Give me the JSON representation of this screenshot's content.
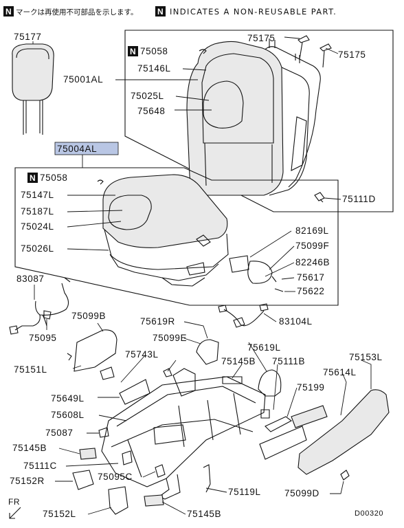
{
  "header": {
    "badge": "N",
    "note_jp": "マークは再使用不可部品を示します。",
    "note_en": "INDICATES A NON-REUSABLE PART."
  },
  "highlight_color": "#b9c6e4",
  "parts": [
    {
      "id": "p75177",
      "label": "75177"
    },
    {
      "id": "p75001AL",
      "label": "75001AL"
    },
    {
      "id": "p75058a",
      "label": "75058",
      "non_reusable": true
    },
    {
      "id": "p75146L",
      "label": "75146L"
    },
    {
      "id": "p75025L",
      "label": "75025L"
    },
    {
      "id": "p75648",
      "label": "75648"
    },
    {
      "id": "p75175a",
      "label": "75175"
    },
    {
      "id": "p75175b",
      "label": "75175"
    },
    {
      "id": "p75004AL",
      "label": "75004AL",
      "highlighted": true
    },
    {
      "id": "p75058b",
      "label": "75058",
      "non_reusable": true
    },
    {
      "id": "p75147L",
      "label": "75147L"
    },
    {
      "id": "p75187L",
      "label": "75187L"
    },
    {
      "id": "p75024L",
      "label": "75024L"
    },
    {
      "id": "p75026L",
      "label": "75026L"
    },
    {
      "id": "p75111D",
      "label": "75111D"
    },
    {
      "id": "p82169L",
      "label": "82169L"
    },
    {
      "id": "p75099F",
      "label": "75099F"
    },
    {
      "id": "p82246B",
      "label": "82246B"
    },
    {
      "id": "p75617",
      "label": "75617"
    },
    {
      "id": "p75622",
      "label": "75622"
    },
    {
      "id": "p83104L",
      "label": "83104L"
    },
    {
      "id": "p83087",
      "label": "83087"
    },
    {
      "id": "p75095",
      "label": "75095"
    },
    {
      "id": "p75099B",
      "label": "75099B"
    },
    {
      "id": "p75619R",
      "label": "75619R"
    },
    {
      "id": "p75099E",
      "label": "75099E"
    },
    {
      "id": "p75619L",
      "label": "75619L"
    },
    {
      "id": "p75743L",
      "label": "75743L"
    },
    {
      "id": "p75145Ba",
      "label": "75145B"
    },
    {
      "id": "p75111B",
      "label": "75111B"
    },
    {
      "id": "p75153L",
      "label": "75153L"
    },
    {
      "id": "p75151L",
      "label": "75151L"
    },
    {
      "id": "p75614L",
      "label": "75614L"
    },
    {
      "id": "p75649L",
      "label": "75649L"
    },
    {
      "id": "p75199",
      "label": "75199"
    },
    {
      "id": "p75608L",
      "label": "75608L"
    },
    {
      "id": "p75087",
      "label": "75087"
    },
    {
      "id": "p75145Bb",
      "label": "75145B"
    },
    {
      "id": "p75111C",
      "label": "75111C"
    },
    {
      "id": "p75095C",
      "label": "75095C"
    },
    {
      "id": "p75152R",
      "label": "75152R"
    },
    {
      "id": "p75119L",
      "label": "75119L"
    },
    {
      "id": "p75099D",
      "label": "75099D"
    },
    {
      "id": "p75152L",
      "label": "75152L"
    },
    {
      "id": "p75145Bc",
      "label": "75145B"
    }
  ],
  "direction": "FR",
  "drawing_code": "D00320"
}
